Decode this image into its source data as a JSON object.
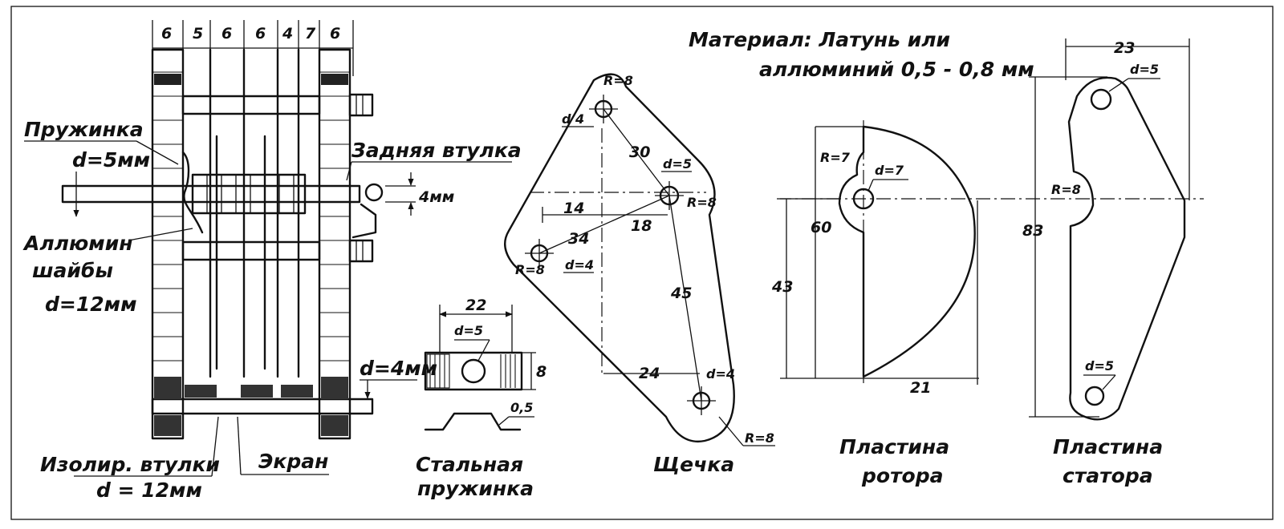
{
  "material_note": {
    "line1": "Материал: Латунь или",
    "line2": "аллюминий 0,5 - 0,8 мм"
  },
  "assembly": {
    "top_dims": [
      "6",
      "5",
      "6",
      "6",
      "4",
      "7",
      "6"
    ],
    "spring_label": "Пружинка",
    "shaft_dia": "d=5мм",
    "rear_bushing": "Задняя втулка",
    "gap_dim": "4мм",
    "washers_line1": "Аллюмин",
    "washers_line2": "шайбы",
    "washers_dia": "d=12мм",
    "rod_dia": "d=4мм",
    "insul_line1": "Изолир. втулки",
    "insul_line2": "d = 12мм",
    "screen_label": "Экран"
  },
  "steel_spring": {
    "width": "22",
    "hole": "d=5",
    "height": "8",
    "thickness": "0,5",
    "caption_line1": "Стальная",
    "caption_line2": "пружинка"
  },
  "cheek": {
    "r_top": "R=8",
    "d_top": "d 4",
    "d30": "30",
    "d_mid": "d=5",
    "r_mid": "R=8",
    "d14": "14",
    "d34": "34",
    "d18": "18",
    "r_left": "R=8",
    "d_left": "d=4",
    "d45": "45",
    "d24": "24",
    "d_bot": "d=4",
    "r_bot": "R=8",
    "caption": "Щечка"
  },
  "rotor_plate": {
    "r": "R=7",
    "d": "d=7",
    "d60": "60",
    "d43": "43",
    "d21": "21",
    "caption_line1": "Пластина",
    "caption_line2": "ротора"
  },
  "stator_plate": {
    "d23": "23",
    "d_top": "d=5",
    "r": "R=8",
    "d83": "83",
    "d_bot": "d=5",
    "caption_line1": "Пластина",
    "caption_line2": "статора"
  }
}
